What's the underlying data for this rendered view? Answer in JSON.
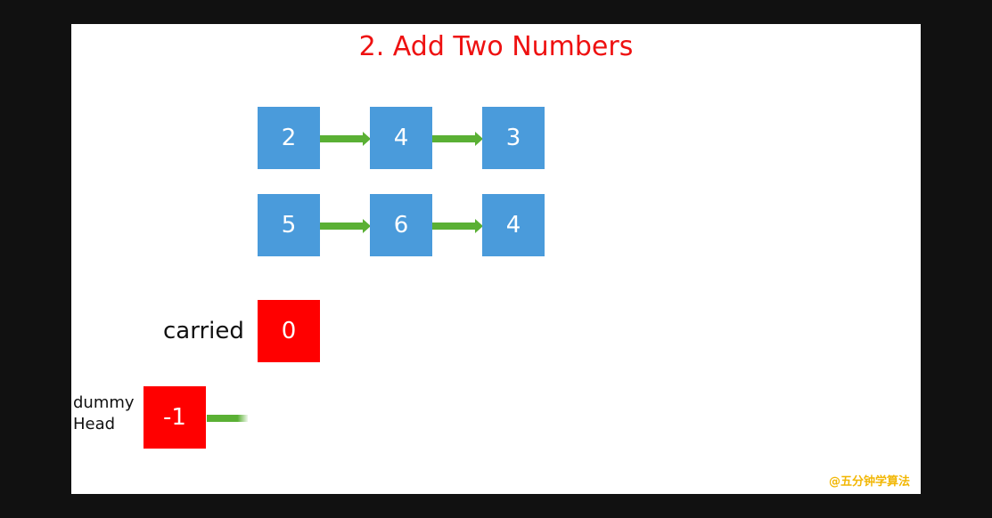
{
  "title": "2. Add Two Numbers",
  "colors": {
    "title": "#ee1111",
    "node_blue": "#4a9bdb",
    "node_red": "#ff0000",
    "arrow": "#5ab034",
    "watermark": "#f2b705"
  },
  "list1": [
    "2",
    "4",
    "3"
  ],
  "list2": [
    "5",
    "6",
    "4"
  ],
  "carried": {
    "label": "carried",
    "value": "0"
  },
  "dummy": {
    "label_line1": "dummy",
    "label_line2": "Head",
    "value": "-1"
  },
  "watermark": "@五分钟学算法"
}
